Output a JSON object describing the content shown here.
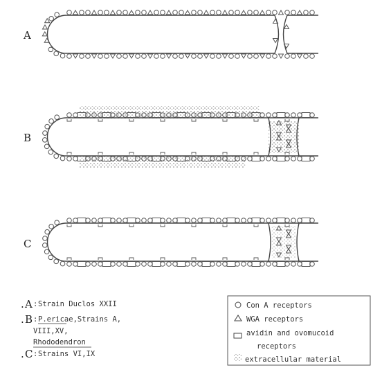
{
  "panels": [
    {
      "letter": "A",
      "con_a": true,
      "wga": true,
      "avidin": false,
      "extracellular": false
    },
    {
      "letter": "B",
      "con_a": true,
      "wga": true,
      "avidin": true,
      "extracellular": true
    },
    {
      "letter": "C",
      "con_a": true,
      "wga": true,
      "avidin": true,
      "extracellular": false
    }
  ],
  "strain_key": [
    {
      "letter": "A",
      "lines": [
        "Strain Duclos XXII"
      ]
    },
    {
      "letter": "B",
      "lines": [
        "P.ericae,Strains A,",
        "VIII,XV,",
        "Rhododendron"
      ]
    },
    {
      "letter": "C",
      "lines": [
        "Strains VI,IX"
      ]
    }
  ],
  "legend": [
    {
      "symbol": "circle-icon",
      "label": "Con A receptors"
    },
    {
      "symbol": "triangle-icon",
      "label": "WGA receptors"
    },
    {
      "symbol": "rectangle-icon",
      "label": "avidin and ovomucoid"
    },
    {
      "symbol": "none",
      "label": "receptors"
    },
    {
      "symbol": "stipple-icon",
      "label": "extracellular material"
    }
  ]
}
